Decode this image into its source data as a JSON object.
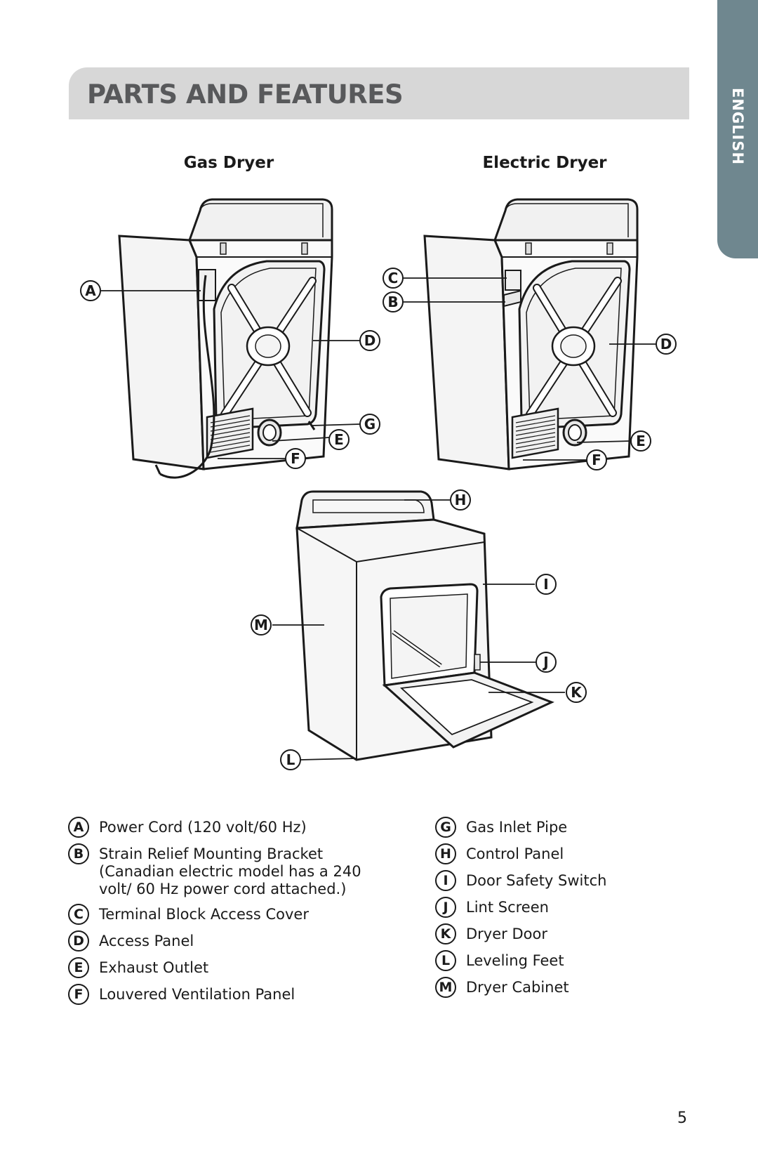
{
  "side_tab": "ENGLISH",
  "header": {
    "title": "PARTS AND FEATURES"
  },
  "figures": {
    "gas_title": "Gas Dryer",
    "electric_title": "Electric Dryer"
  },
  "callouts": [
    "A",
    "B",
    "C",
    "D",
    "E",
    "F",
    "G",
    "H",
    "I",
    "J",
    "K",
    "L",
    "M"
  ],
  "legend": {
    "left": [
      {
        "letter": "A",
        "text": "Power Cord (120 volt/60 Hz)"
      },
      {
        "letter": "B",
        "text": "Strain Relief Mounting Bracket (Canadian electric model has a 240 volt/ 60 Hz power cord attached.)"
      },
      {
        "letter": "C",
        "text": "Terminal Block Access Cover"
      },
      {
        "letter": "D",
        "text": "Access Panel"
      },
      {
        "letter": "E",
        "text": "Exhaust Outlet"
      },
      {
        "letter": "F",
        "text": "Louvered Ventilation Panel"
      }
    ],
    "right": [
      {
        "letter": "G",
        "text": "Gas Inlet Pipe"
      },
      {
        "letter": "H",
        "text": "Control Panel"
      },
      {
        "letter": "I",
        "text": "Door Safety Switch"
      },
      {
        "letter": "J",
        "text": "Lint Screen"
      },
      {
        "letter": "K",
        "text": "Dryer Door"
      },
      {
        "letter": "L",
        "text": "Leveling Feet"
      },
      {
        "letter": "M",
        "text": "Dryer Cabinet"
      }
    ]
  },
  "page_number": "5",
  "colors": {
    "tab": "#6f878f",
    "header_bar": "#d7d7d7",
    "title": "#58595b"
  }
}
